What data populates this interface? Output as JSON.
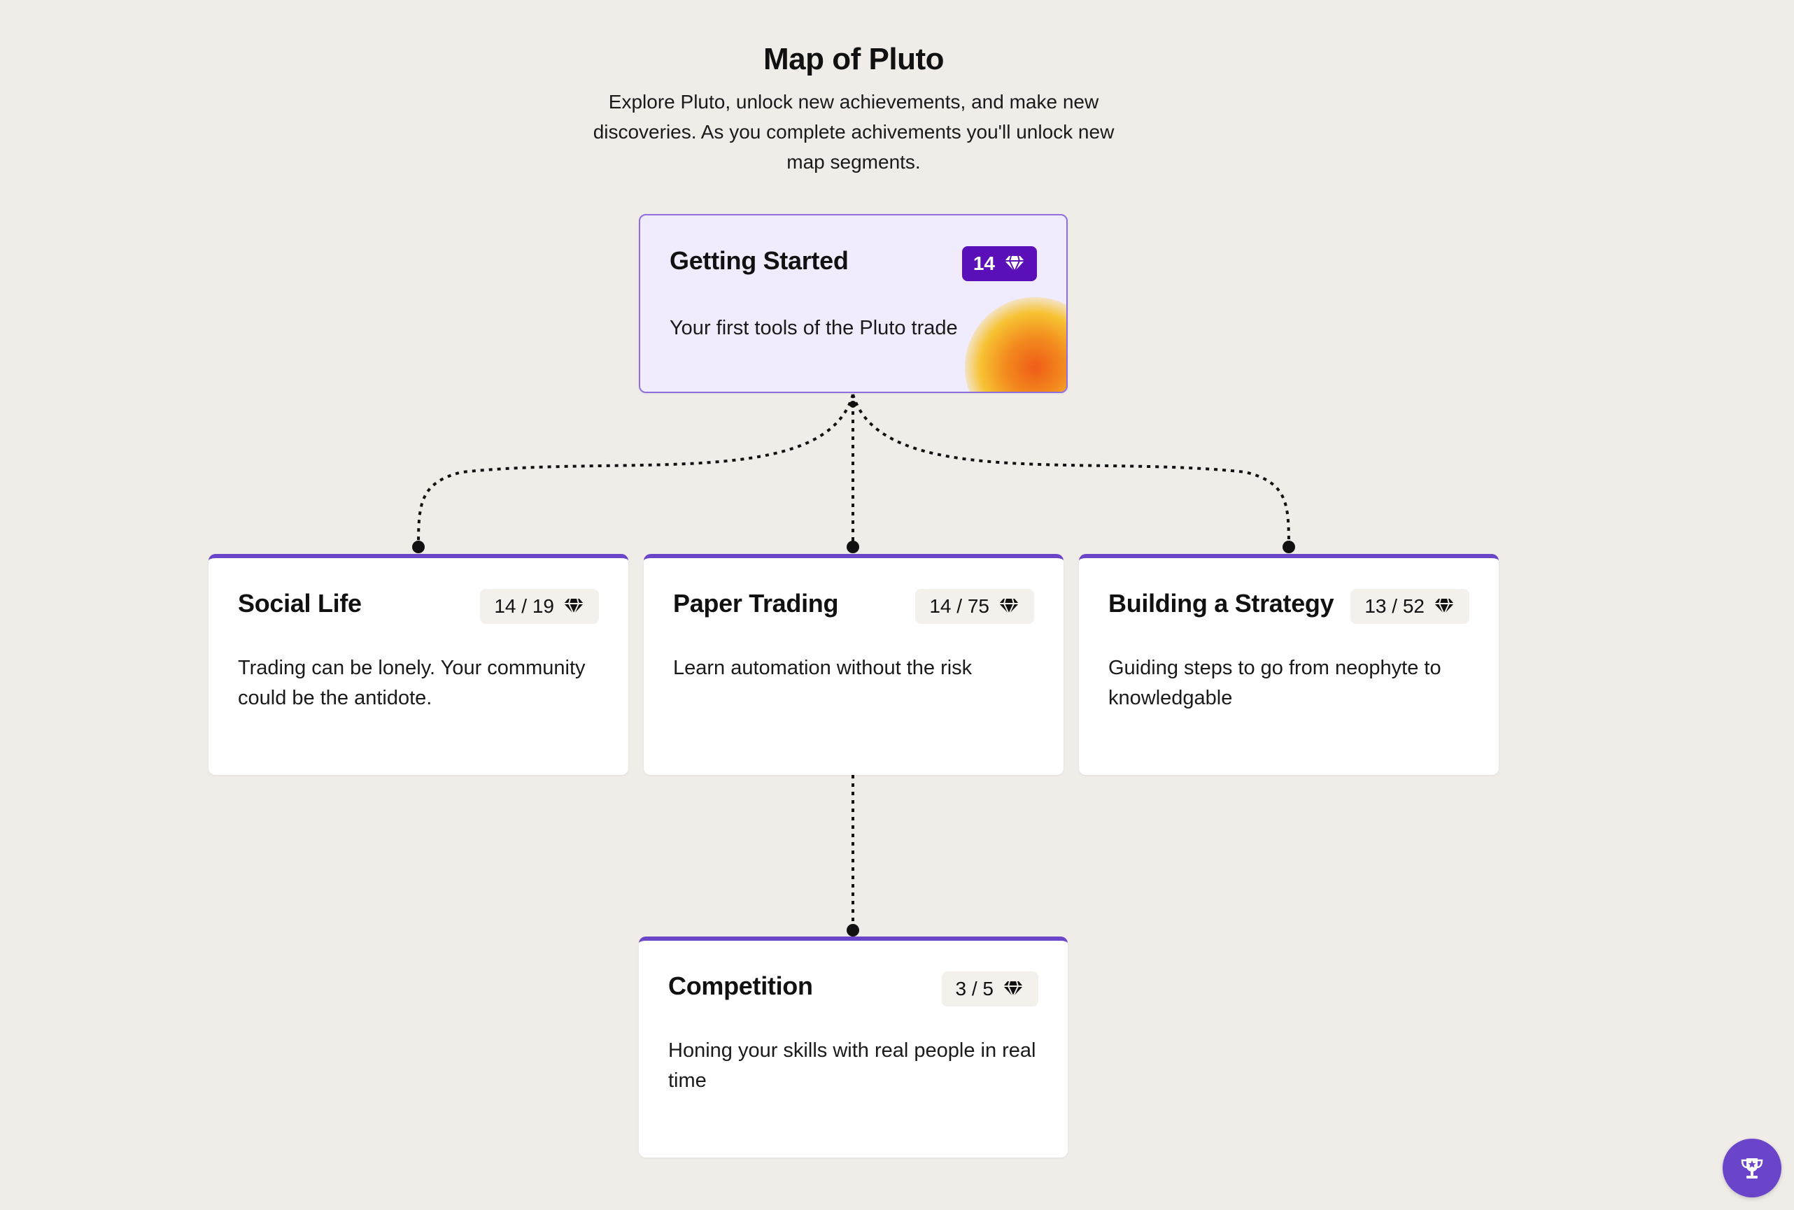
{
  "page": {
    "title": "Map of Pluto",
    "subtitle": "Explore Pluto, unlock new achievements, and make new discoveries. As you complete achivements you'll unlock new map segments."
  },
  "nodes": {
    "getting_started": {
      "title": "Getting Started",
      "badge": "14",
      "description": "Your first tools of the Pluto trade"
    },
    "social_life": {
      "title": "Social Life",
      "badge": "14 / 19",
      "description": "Trading can be lonely. Your community could be the antidote."
    },
    "paper_trading": {
      "title": "Paper Trading",
      "badge": "14 / 75",
      "description": "Learn automation without the risk"
    },
    "building_strategy": {
      "title": "Building a Strategy",
      "badge": "13 / 52",
      "description": "Guiding steps to go from neophyte to knowledgable"
    },
    "competition": {
      "title": "Competition",
      "badge": "3 / 5",
      "description": "Honing your skills with real people in real time"
    }
  },
  "icons": {
    "badge": "gem-icon",
    "fab": "trophy-icon"
  },
  "colors": {
    "background": "#f0ede8",
    "accent": "#6b45c9",
    "badge_accent": "#5b0fb8",
    "featured_card": "#f1ecfd"
  }
}
